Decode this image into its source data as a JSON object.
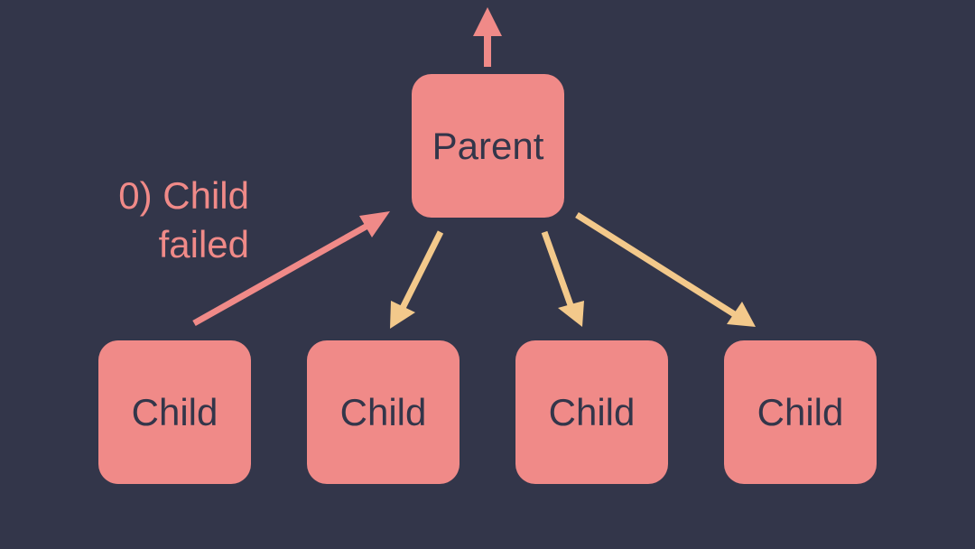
{
  "diagram": {
    "parent": {
      "label": "Parent"
    },
    "children": [
      {
        "label": "Child"
      },
      {
        "label": "Child"
      },
      {
        "label": "Child"
      },
      {
        "label": "Child"
      }
    ],
    "annotation": {
      "line1": "0) Child",
      "line2": "failed"
    }
  },
  "colors": {
    "background": "#33364a",
    "node_fill": "#f08a88",
    "node_text": "#33364a",
    "failure_arrow": "#f08a88",
    "restart_arrow": "#f3c98b",
    "annotation_text": "#f08a88"
  }
}
